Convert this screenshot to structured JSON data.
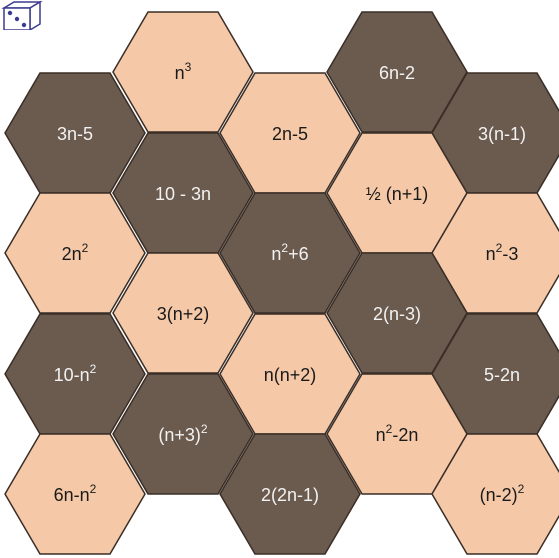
{
  "colors": {
    "light": "#f5c9a8",
    "dark": "#6b5a4e",
    "stroke": "#3a2e27",
    "light_text": "#1a1a1a",
    "dark_text": "#f2f2f2"
  },
  "icons": {
    "dice": "dice-icon"
  },
  "tiles": [
    {
      "id": "r1c3",
      "tone": "light",
      "text": "n",
      "sup": "3",
      "suffix": ""
    },
    {
      "id": "r1c5",
      "tone": "dark",
      "text": "6n-2",
      "sup": "",
      "suffix": ""
    },
    {
      "id": "r2c2",
      "tone": "dark",
      "text": "3n-5",
      "sup": "",
      "suffix": ""
    },
    {
      "id": "r2c4",
      "tone": "light",
      "text": "2n-5",
      "sup": "",
      "suffix": ""
    },
    {
      "id": "r2c6",
      "tone": "dark",
      "text": "3(n-1)",
      "sup": "",
      "suffix": ""
    },
    {
      "id": "r3c3",
      "tone": "dark",
      "text": "10 - 3n",
      "sup": "",
      "suffix": ""
    },
    {
      "id": "r3c5",
      "tone": "light",
      "text": "½ (n+1)",
      "sup": "",
      "suffix": ""
    },
    {
      "id": "r4c2",
      "tone": "light",
      "text": "2n",
      "sup": "2",
      "suffix": ""
    },
    {
      "id": "r4c4",
      "tone": "dark",
      "text": "n",
      "sup": "2",
      "suffix": "+6"
    },
    {
      "id": "r4c6",
      "tone": "light",
      "text": "n",
      "sup": "2",
      "suffix": "-3"
    },
    {
      "id": "r5c3",
      "tone": "light",
      "text": "3(n+2)",
      "sup": "",
      "suffix": ""
    },
    {
      "id": "r5c5",
      "tone": "dark",
      "text": "2(n-3)",
      "sup": "",
      "suffix": ""
    },
    {
      "id": "r6c2",
      "tone": "dark",
      "text": "10-n",
      "sup": "2",
      "suffix": ""
    },
    {
      "id": "r6c4",
      "tone": "light",
      "text": "n(n+2)",
      "sup": "",
      "suffix": ""
    },
    {
      "id": "r6c6",
      "tone": "dark",
      "text": "5-2n",
      "sup": "",
      "suffix": ""
    },
    {
      "id": "r7c3",
      "tone": "dark",
      "text": "(n+3)",
      "sup": "2",
      "suffix": ""
    },
    {
      "id": "r7c5",
      "tone": "light",
      "text": "n",
      "sup": "2",
      "suffix": "-2n"
    },
    {
      "id": "r8c2",
      "tone": "light",
      "text": "6n-n",
      "sup": "2",
      "suffix": ""
    },
    {
      "id": "r8c4",
      "tone": "dark",
      "text": "2(2n-1)",
      "sup": "",
      "suffix": ""
    },
    {
      "id": "r8c6",
      "tone": "light",
      "text": "(n-2)",
      "sup": "2",
      "suffix": ""
    }
  ]
}
